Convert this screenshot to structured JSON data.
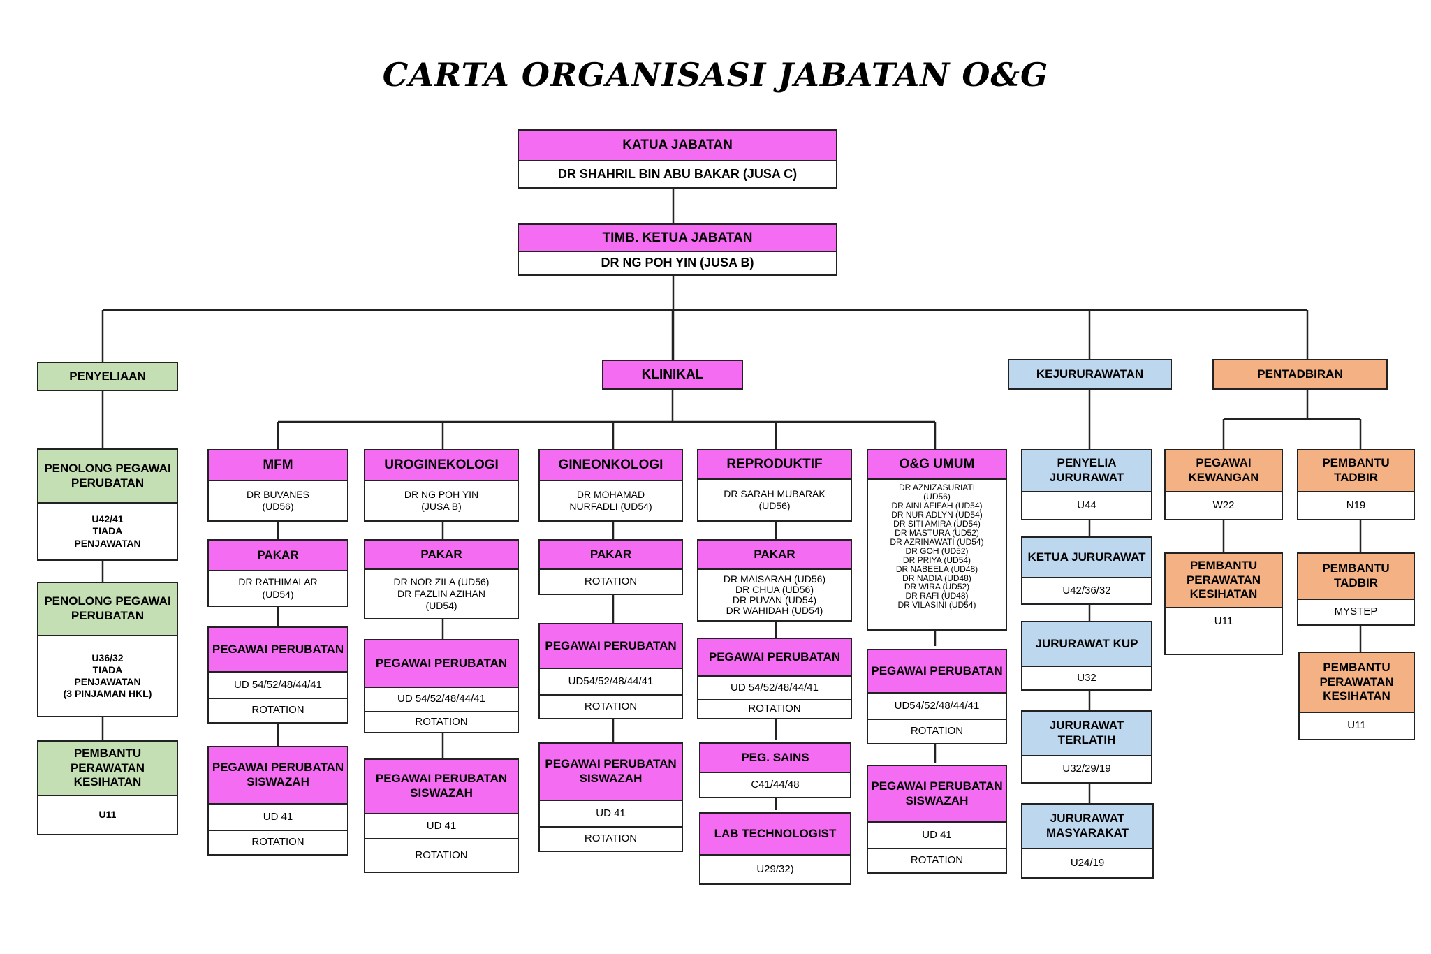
{
  "title": "CARTA ORGANISASI JABATAN O&G",
  "colors": {
    "pink": "#f36cf1",
    "green": "#c5dfb4",
    "blue": "#bdd7ee",
    "orange": "#f4b183"
  },
  "top": {
    "head": {
      "label": "KATUA JABATAN",
      "name": "DR SHAHRIL BIN ABU BAKAR (JUSA C)"
    },
    "deputy": {
      "label": "TIMB. KETUA JABATAN",
      "name": "DR NG POH YIN (JUSA B)"
    }
  },
  "divisions": {
    "penyeliaan": "PENYELIAAN",
    "klinikal": "KLINIKAL",
    "kejururawatan": "KEJURURAWATAN",
    "pentadbiran": "PENTADBIRAN"
  },
  "penyeliaan": {
    "ppp1": {
      "title": "PENOLONG PEGAWAI PERUBATAN",
      "line1": "U42/41",
      "line2": "TIADA",
      "line3": "PENJAWATAN"
    },
    "ppp2": {
      "title": "PENOLONG PEGAWAI PERUBATAN",
      "line1": "U36/32",
      "line2": "TIADA",
      "line3": "PENJAWATAN",
      "line4": "(3 PINJAMAN HKL)"
    },
    "ppk": {
      "title": "PEMBANTU PERAWATAN KESIHATAN",
      "grade": "U11"
    }
  },
  "klinikal": {
    "mfm": {
      "title": "MFM",
      "head1": "DR BUVANES",
      "head2": "(UD56)",
      "pakar": {
        "label": "PAKAR",
        "l1": "DR RATHIMALAR",
        "l2": "(UD54)"
      },
      "pp": {
        "label": "PEGAWAI PERUBATAN",
        "grade": "UD 54/52/48/44/41",
        "note": "ROTATION"
      },
      "pps": {
        "label": "PEGAWAI PERUBATAN SISWAZAH",
        "grade": "UD 41",
        "note": "ROTATION"
      }
    },
    "uro": {
      "title": "UROGINEKOLOGI",
      "head1": "DR NG POH YIN",
      "head2": "(JUSA B)",
      "pakar": {
        "label": "PAKAR",
        "l1": "DR NOR ZILA (UD56)",
        "l2": "DR FAZLIN AZIHAN",
        "l3": "(UD54)"
      },
      "pp": {
        "label": "PEGAWAI PERUBATAN",
        "grade": "UD 54/52/48/44/41",
        "note": "ROTATION"
      },
      "pps": {
        "label": "PEGAWAI PERUBATAN SISWAZAH",
        "grade": "UD 41",
        "note": "ROTATION"
      }
    },
    "gin": {
      "title": "GINEONKOLOGI",
      "head1": "DR MOHAMAD",
      "head2": "NURFADLI (UD54)",
      "pakar": {
        "label": "PAKAR",
        "l1": "ROTATION"
      },
      "pp": {
        "label": "PEGAWAI PERUBATAN",
        "grade": "UD54/52/48/44/41",
        "note": "ROTATION"
      },
      "pps": {
        "label": "PEGAWAI PERUBATAN SISWAZAH",
        "grade": "UD 41",
        "note": "ROTATION"
      }
    },
    "rep": {
      "title": "REPRODUKTIF",
      "head1": "DR SARAH MUBARAK",
      "head2": "(UD56)",
      "pakar": {
        "label": "PAKAR",
        "l1": "DR MAISARAH (UD56)",
        "l2": "DR CHUA (UD56)",
        "l3": "DR PUVAN (UD54)",
        "l4": "DR WAHIDAH (UD54)"
      },
      "pp": {
        "label": "PEGAWAI PERUBATAN",
        "grade": "UD 54/52/48/44/41",
        "note": "ROTATION"
      },
      "sains": {
        "label": "PEG. SAINS",
        "grade": "C41/44/48"
      },
      "lab": {
        "label": "LAB TECHNOLOGIST",
        "grade": "U29/32)"
      }
    },
    "umum": {
      "title": "O&G UMUM",
      "members": [
        "DR AZNIZASURIATI",
        "(UD56)",
        "DR AINI AFIFAH (UD54)",
        "DR NUR ADLYN (UD54)",
        "DR SITI AMIRA (UD54)",
        "DR MASTURA (UD52)",
        "DR AZRINAWATI (UD54)",
        "DR GOH (UD52)",
        "DR PRIYA (UD54)",
        "DR NABEELA (UD48)",
        "DR NADIA (UD48)",
        "DR WIRA (UD52)",
        "DR RAFI (UD48)",
        "DR VILASINI (UD54)"
      ],
      "pp": {
        "label": "PEGAWAI PERUBATAN",
        "grade": "UD54/52/48/44/41",
        "note": "ROTATION"
      },
      "pps": {
        "label": "PEGAWAI PERUBATAN SISWAZAH",
        "grade": "UD 41",
        "note": "ROTATION"
      }
    }
  },
  "kejururawatan": {
    "penyelia": {
      "label": "PENYELIA JURURAWAT",
      "grade": "U44"
    },
    "ketua": {
      "label": "KETUA JURURAWAT",
      "grade": "U42/36/32"
    },
    "kup": {
      "label": "JURURAWAT KUP",
      "grade": "U32"
    },
    "terlatih": {
      "label": "JURURAWAT TERLATIH",
      "grade": "U32/29/19"
    },
    "masyarakat": {
      "label": "JURURAWAT MASYARAKAT",
      "grade": "U24/19"
    }
  },
  "pentadbiran": {
    "kewangan": {
      "label": "PEGAWAI KEWANGAN",
      "grade": "W22"
    },
    "ppk": {
      "label": "PEMBANTU PERAWATAN KESIHATAN",
      "grade": "U11"
    },
    "tadbir1": {
      "label": "PEMBANTU TADBIR",
      "grade": "N19"
    },
    "tadbir2": {
      "label": "PEMBANTU TADBIR",
      "grade": "MYSTEP"
    },
    "ppk2": {
      "label": "PEMBANTU PERAWATAN KESIHATAN",
      "grade": "U11"
    }
  }
}
